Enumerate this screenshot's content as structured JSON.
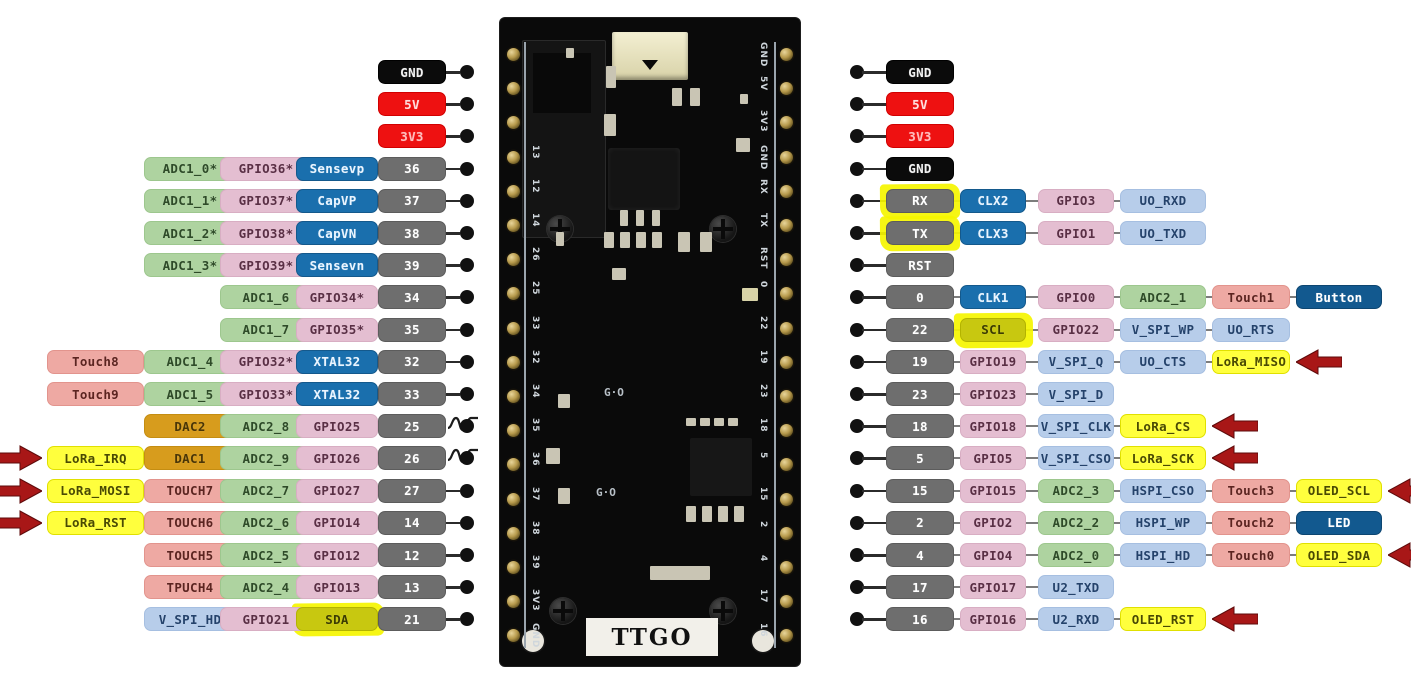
{
  "board": {
    "name": "TTGO",
    "silkscreen_left": [
      "13",
      "12",
      "14",
      "26",
      "25",
      "33",
      "32",
      "34",
      "35",
      "36",
      "37",
      "38",
      "39",
      "3V3",
      "GND"
    ],
    "silkscreen_right": [
      "GND",
      "5V",
      "3V3",
      "GND",
      "RX",
      "TX",
      "RST",
      "0",
      "22",
      "19",
      "23",
      "18",
      "5",
      "15",
      "2",
      "4",
      "17",
      "16"
    ]
  },
  "colors": {
    "gnd": "#0b0b0b",
    "power": "#ee1111",
    "pin": "#6e6e6e",
    "adc": "#aed3a0",
    "gpio": "#e4bed1",
    "func": "#1a6fad",
    "touch": "#eea9a3",
    "dac": "#d79c1d",
    "spi": "#b7cdea",
    "lora": "#ffff3d",
    "marker": "#f5f500",
    "arrow": "#a81717"
  },
  "left_rows": [
    {
      "pin": "GND",
      "pin_type": "gnd",
      "squiggle": false,
      "arrow": false,
      "cells": []
    },
    {
      "pin": "5V",
      "pin_type": "5v",
      "squiggle": false,
      "arrow": false,
      "cells": []
    },
    {
      "pin": "3V3",
      "pin_type": "3v3",
      "squiggle": false,
      "arrow": false,
      "cells": []
    },
    {
      "pin": "36",
      "pin_type": "pin",
      "squiggle": false,
      "arrow": false,
      "cells": [
        {
          "t": "ADC1_0*",
          "k": "adc",
          "c": 1
        },
        {
          "t": "GPIO36*",
          "k": "gpio",
          "c": 2
        },
        {
          "t": "Sensevp",
          "k": "func",
          "c": 3
        }
      ]
    },
    {
      "pin": "37",
      "pin_type": "pin",
      "squiggle": false,
      "arrow": false,
      "cells": [
        {
          "t": "ADC1_1*",
          "k": "adc",
          "c": 1
        },
        {
          "t": "GPIO37*",
          "k": "gpio",
          "c": 2
        },
        {
          "t": "CapVP",
          "k": "func",
          "c": 3
        }
      ]
    },
    {
      "pin": "38",
      "pin_type": "pin",
      "squiggle": false,
      "arrow": false,
      "cells": [
        {
          "t": "ADC1_2*",
          "k": "adc",
          "c": 1
        },
        {
          "t": "GPIO38*",
          "k": "gpio",
          "c": 2
        },
        {
          "t": "CapVN",
          "k": "func",
          "c": 3
        }
      ]
    },
    {
      "pin": "39",
      "pin_type": "pin",
      "squiggle": false,
      "arrow": false,
      "cells": [
        {
          "t": "ADC1_3*",
          "k": "adc",
          "c": 1
        },
        {
          "t": "GPIO39*",
          "k": "gpio",
          "c": 2
        },
        {
          "t": "Sensevn",
          "k": "func",
          "c": 3
        }
      ]
    },
    {
      "pin": "34",
      "pin_type": "pin",
      "squiggle": false,
      "arrow": false,
      "cells": [
        {
          "t": "ADC1_6",
          "k": "adc",
          "c": 2
        },
        {
          "t": "GPIO34*",
          "k": "gpio",
          "c": 3
        }
      ]
    },
    {
      "pin": "35",
      "pin_type": "pin",
      "squiggle": false,
      "arrow": false,
      "cells": [
        {
          "t": "ADC1_7",
          "k": "adc",
          "c": 2
        },
        {
          "t": "GPIO35*",
          "k": "gpio",
          "c": 3
        }
      ]
    },
    {
      "pin": "32",
      "pin_type": "pin",
      "squiggle": false,
      "arrow": false,
      "cells": [
        {
          "t": "Touch8",
          "k": "touch",
          "c": 0
        },
        {
          "t": "ADC1_4",
          "k": "adc",
          "c": 1
        },
        {
          "t": "GPIO32*",
          "k": "gpio",
          "c": 2
        },
        {
          "t": "XTAL32",
          "k": "func",
          "c": 3
        }
      ]
    },
    {
      "pin": "33",
      "pin_type": "pin",
      "squiggle": false,
      "arrow": false,
      "cells": [
        {
          "t": "Touch9",
          "k": "touch",
          "c": 0
        },
        {
          "t": "ADC1_5",
          "k": "adc",
          "c": 1
        },
        {
          "t": "GPIO33*",
          "k": "gpio",
          "c": 2
        },
        {
          "t": "XTAL32",
          "k": "func",
          "c": 3
        }
      ]
    },
    {
      "pin": "25",
      "pin_type": "pin",
      "squiggle": true,
      "arrow": false,
      "cells": [
        {
          "t": "DAC2",
          "k": "dac",
          "c": 1
        },
        {
          "t": "ADC2_8",
          "k": "adc",
          "c": 2
        },
        {
          "t": "GPIO25",
          "k": "gpio",
          "c": 3
        }
      ]
    },
    {
      "pin": "26",
      "pin_type": "pin",
      "squiggle": true,
      "arrow": true,
      "cells": [
        {
          "t": "LoRa_IRQ",
          "k": "lora",
          "c": 0
        },
        {
          "t": "DAC1",
          "k": "dac",
          "c": 1
        },
        {
          "t": "ADC2_9",
          "k": "adc",
          "c": 2
        },
        {
          "t": "GPIO26",
          "k": "gpio",
          "c": 3
        }
      ]
    },
    {
      "pin": "27",
      "pin_type": "pin",
      "squiggle": false,
      "arrow": true,
      "cells": [
        {
          "t": "LoRa_MOSI",
          "k": "lora",
          "c": 0
        },
        {
          "t": "TOUCH7",
          "k": "touch",
          "c": 1
        },
        {
          "t": "ADC2_7",
          "k": "adc",
          "c": 2
        },
        {
          "t": "GPIO27",
          "k": "gpio",
          "c": 3
        }
      ]
    },
    {
      "pin": "14",
      "pin_type": "pin",
      "squiggle": false,
      "arrow": true,
      "cells": [
        {
          "t": "LoRa_RST",
          "k": "lora",
          "c": 0
        },
        {
          "t": "TOUCH6",
          "k": "touch",
          "c": 1
        },
        {
          "t": "ADC2_6",
          "k": "adc",
          "c": 2
        },
        {
          "t": "GPIO14",
          "k": "gpio",
          "c": 3
        }
      ]
    },
    {
      "pin": "12",
      "pin_type": "pin",
      "squiggle": false,
      "arrow": false,
      "cells": [
        {
          "t": "TOUCH5",
          "k": "touch",
          "c": 1
        },
        {
          "t": "ADC2_5",
          "k": "adc",
          "c": 2
        },
        {
          "t": "GPIO12",
          "k": "gpio",
          "c": 3
        }
      ]
    },
    {
      "pin": "13",
      "pin_type": "pin",
      "squiggle": false,
      "arrow": false,
      "cells": [
        {
          "t": "TPUCH4",
          "k": "touch",
          "c": 1
        },
        {
          "t": "ADC2_4",
          "k": "adc",
          "c": 2
        },
        {
          "t": "GPIO13",
          "k": "gpio",
          "c": 3
        }
      ]
    },
    {
      "pin": "21",
      "pin_type": "pin",
      "squiggle": false,
      "arrow": false,
      "cells": [
        {
          "t": "V_SPI_HD",
          "k": "spi",
          "c": 1
        },
        {
          "t": "GPIO21",
          "k": "gpio",
          "c": 2
        },
        {
          "t": "SDA",
          "k": "olive",
          "c": 3,
          "marker": true
        }
      ]
    }
  ],
  "right_rows": [
    {
      "pin": "GND",
      "pin_type": "gnd",
      "arrow": false,
      "cells": []
    },
    {
      "pin": "5V",
      "pin_type": "5v",
      "arrow": false,
      "cells": []
    },
    {
      "pin": "3V3",
      "pin_type": "3v3",
      "arrow": false,
      "cells": []
    },
    {
      "pin": "GND",
      "pin_type": "gnd",
      "arrow": false,
      "cells": []
    },
    {
      "pin": "RX",
      "pin_type": "pin",
      "pin_marker": true,
      "arrow": false,
      "cells": [
        {
          "t": "CLX2",
          "k": "func",
          "c": 1
        },
        {
          "t": "GPIO3",
          "k": "gpio",
          "c": 2
        },
        {
          "t": "UO_RXD",
          "k": "spi",
          "c": 3
        }
      ]
    },
    {
      "pin": "TX",
      "pin_type": "pin",
      "pin_marker": true,
      "arrow": false,
      "cells": [
        {
          "t": "CLX3",
          "k": "func",
          "c": 1
        },
        {
          "t": "GPIO1",
          "k": "gpio",
          "c": 2
        },
        {
          "t": "UO_TXD",
          "k": "spi",
          "c": 3
        }
      ]
    },
    {
      "pin": "RST",
      "pin_type": "pin",
      "arrow": false,
      "cells": []
    },
    {
      "pin": "0",
      "pin_type": "pin",
      "arrow": false,
      "cells": [
        {
          "t": "CLK1",
          "k": "func",
          "c": 1
        },
        {
          "t": "GPIO0",
          "k": "gpio",
          "c": 2
        },
        {
          "t": "ADC2_1",
          "k": "adc",
          "c": 3
        },
        {
          "t": "Touch1",
          "k": "touch",
          "c": 4
        },
        {
          "t": "Button",
          "k": "blue",
          "c": 5
        }
      ]
    },
    {
      "pin": "22",
      "pin_type": "pin",
      "arrow": false,
      "cells": [
        {
          "t": "SCL",
          "k": "olive",
          "c": 1,
          "marker": true
        },
        {
          "t": "GPIO22",
          "k": "gpio",
          "c": 2
        },
        {
          "t": "V_SPI_WP",
          "k": "spi",
          "c": 3
        },
        {
          "t": "UO_RTS",
          "k": "spi",
          "c": 4
        }
      ]
    },
    {
      "pin": "19",
      "pin_type": "pin",
      "arrow": true,
      "arrow_col": 4,
      "cells": [
        {
          "t": "GPIO19",
          "k": "gpio",
          "c": 1
        },
        {
          "t": "V_SPI_Q",
          "k": "spi",
          "c": 2
        },
        {
          "t": "UO_CTS",
          "k": "spi",
          "c": 3
        },
        {
          "t": "LoRa_MISO",
          "k": "lora",
          "c": 4
        }
      ]
    },
    {
      "pin": "23",
      "pin_type": "pin",
      "arrow": false,
      "cells": [
        {
          "t": "GPIO23",
          "k": "gpio",
          "c": 1
        },
        {
          "t": "V_SPI_D",
          "k": "spi",
          "c": 2
        }
      ]
    },
    {
      "pin": "18",
      "pin_type": "pin",
      "arrow": true,
      "arrow_col": 3,
      "cells": [
        {
          "t": "GPIO18",
          "k": "gpio",
          "c": 1
        },
        {
          "t": "V_SPI_CLK",
          "k": "spi",
          "c": 2
        },
        {
          "t": "LoRa_CS",
          "k": "lora",
          "c": 3
        }
      ]
    },
    {
      "pin": "5",
      "pin_type": "pin",
      "arrow": true,
      "arrow_col": 3,
      "cells": [
        {
          "t": "GPIO5",
          "k": "gpio",
          "c": 1
        },
        {
          "t": "V_SPI_CSO",
          "k": "spi",
          "c": 2
        },
        {
          "t": "LoRa_SCK",
          "k": "lora",
          "c": 3
        }
      ]
    },
    {
      "pin": "15",
      "pin_type": "pin",
      "arrow": true,
      "arrow_col": 5,
      "cells": [
        {
          "t": "GPIO15",
          "k": "gpio",
          "c": 1
        },
        {
          "t": "ADC2_3",
          "k": "adc",
          "c": 2
        },
        {
          "t": "HSPI_CSO",
          "k": "spi",
          "c": 3
        },
        {
          "t": "Touch3",
          "k": "touch",
          "c": 4
        },
        {
          "t": "OLED_SCL",
          "k": "lora",
          "c": 5
        }
      ]
    },
    {
      "pin": "2",
      "pin_type": "pin",
      "arrow": false,
      "cells": [
        {
          "t": "GPIO2",
          "k": "gpio",
          "c": 1
        },
        {
          "t": "ADC2_2",
          "k": "adc",
          "c": 2
        },
        {
          "t": "HSPI_WP",
          "k": "spi",
          "c": 3
        },
        {
          "t": "Touch2",
          "k": "touch",
          "c": 4
        },
        {
          "t": "LED",
          "k": "blue",
          "c": 5
        }
      ]
    },
    {
      "pin": "4",
      "pin_type": "pin",
      "arrow": true,
      "arrow_col": 5,
      "cells": [
        {
          "t": "GPIO4",
          "k": "gpio",
          "c": 1
        },
        {
          "t": "ADC2_0",
          "k": "adc",
          "c": 2
        },
        {
          "t": "HSPI_HD",
          "k": "spi",
          "c": 3
        },
        {
          "t": "Touch0",
          "k": "touch",
          "c": 4
        },
        {
          "t": "OLED_SDA",
          "k": "lora",
          "c": 5
        }
      ]
    },
    {
      "pin": "17",
      "pin_type": "pin",
      "arrow": false,
      "cells": [
        {
          "t": "GPIO17",
          "k": "gpio",
          "c": 1
        },
        {
          "t": "U2_TXD",
          "k": "spi",
          "c": 2
        }
      ]
    },
    {
      "pin": "16",
      "pin_type": "pin",
      "arrow": true,
      "arrow_col": 3,
      "cells": [
        {
          "t": "GPIO16",
          "k": "gpio",
          "c": 1
        },
        {
          "t": "U2_RXD",
          "k": "spi",
          "c": 2
        },
        {
          "t": "OLED_RST",
          "k": "lora",
          "c": 3
        }
      ]
    }
  ]
}
